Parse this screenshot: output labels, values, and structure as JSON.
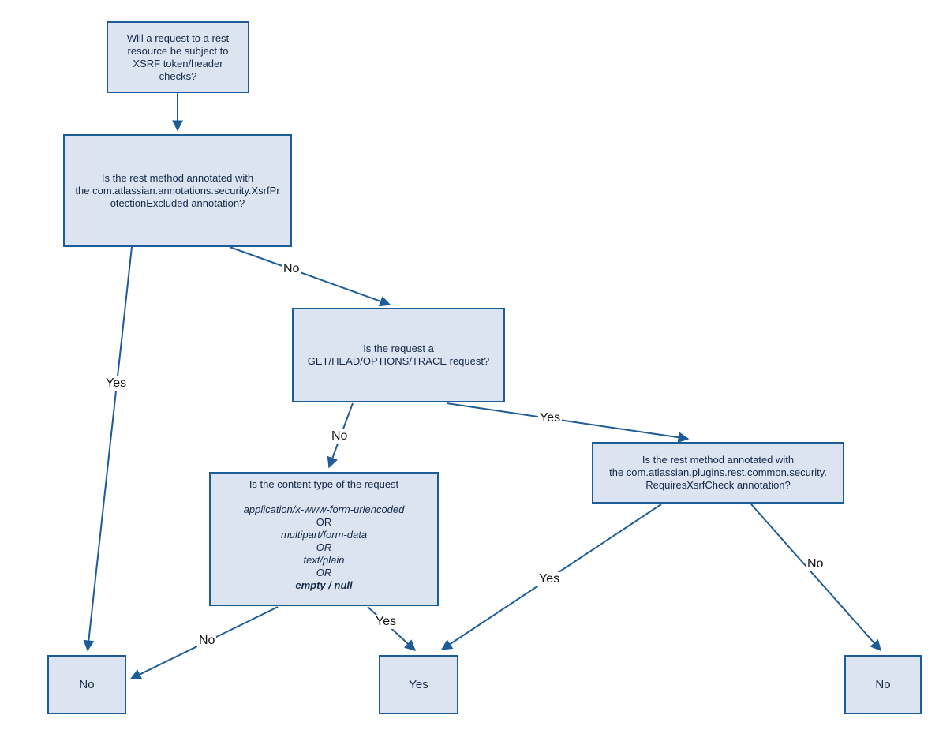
{
  "diagram_title": "REST resource XSRF token/header check decision flowchart",
  "colors": {
    "node_fill": "#dbe4f0",
    "node_border": "#1d5c97",
    "arrow": "#1d5c97",
    "node_text": "#13294b",
    "label_text": "#111111",
    "background": "#ffffff"
  },
  "nodes": {
    "start": {
      "lines": [
        "Will a request to a rest",
        "resource be subject to",
        "XSRF token/header",
        "checks?"
      ]
    },
    "annotation_excluded": {
      "lines": [
        "Is the rest method annotated with",
        "the com.atlassian.annotations.security.XsrfPr",
        "otectionExcluded annotation?"
      ]
    },
    "request_method": {
      "lines": [
        "Is the request a",
        "GET/HEAD/OPTIONS/TRACE request?"
      ]
    },
    "content_type": {
      "title": "Is the content type of the request",
      "options": [
        "application/x-www-form-urlencoded",
        "OR",
        "multipart/form-data",
        "OR",
        "text/plain",
        "OR",
        "empty / null"
      ]
    },
    "requires_xsrf_check": {
      "lines": [
        "Is the rest method annotated with",
        "the com.atlassian.plugins.rest.common.security.",
        "RequiresXsrfCheck annotation?"
      ]
    },
    "terminal_no_left": {
      "label": "No"
    },
    "terminal_yes": {
      "label": "Yes"
    },
    "terminal_no_right": {
      "label": "No"
    }
  },
  "edge_labels": {
    "excluded_yes": "Yes",
    "excluded_no": "No",
    "method_no": "No",
    "method_yes": "Yes",
    "content_no": "No",
    "content_yes": "Yes",
    "requires_yes": "Yes",
    "requires_no": "No"
  }
}
